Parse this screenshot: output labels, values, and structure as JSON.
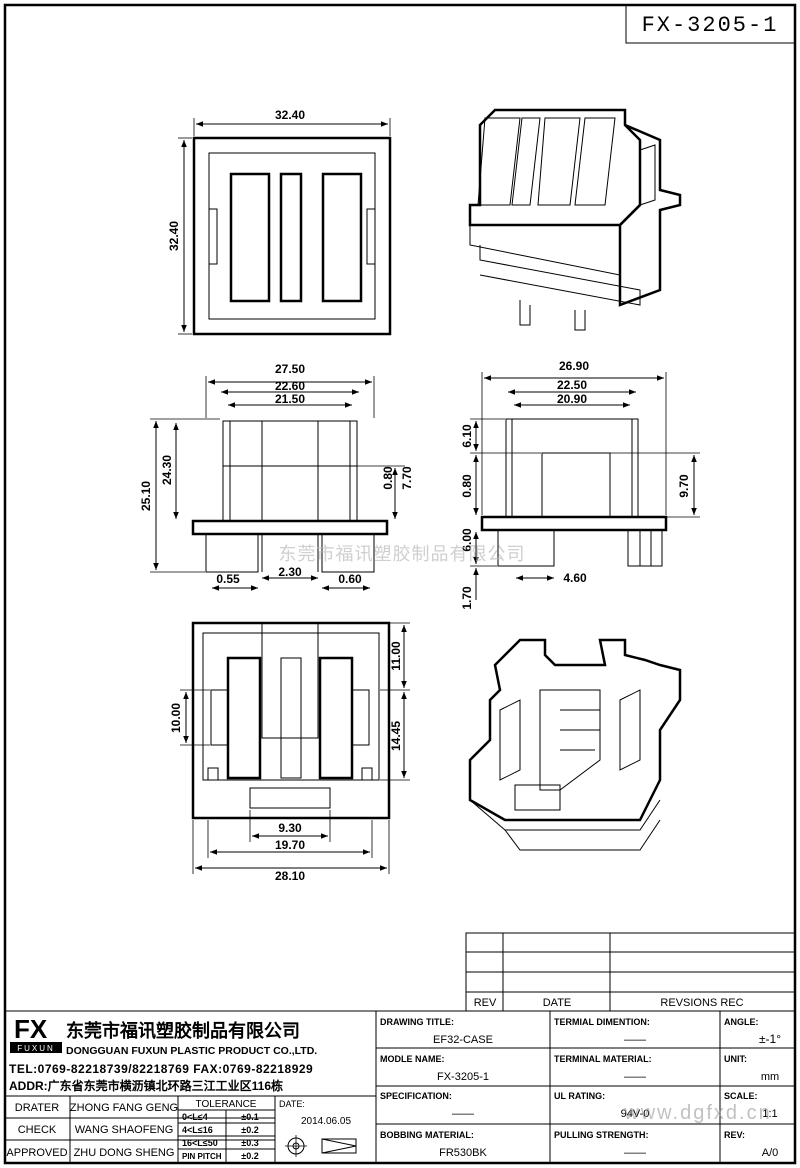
{
  "drawing_number": "FX-3205-1",
  "top_view": {
    "width": "32.40",
    "height": "32.40"
  },
  "front_view": {
    "d1": "27.50",
    "d2": "22.60",
    "d3": "21.50",
    "h1": "25.10",
    "h2": "24.30",
    "h3": "0.80",
    "h4": "7.70",
    "b1": "0.55",
    "b2": "2.30",
    "b3": "0.60"
  },
  "side_view": {
    "d1": "26.90",
    "d2": "22.50",
    "d3": "20.90",
    "h1": "6.10",
    "h2": "0.80",
    "h3": "9.70",
    "h4": "6.00",
    "h5": "1.70",
    "b1": "4.60"
  },
  "bottom_view": {
    "h1": "10.00",
    "h2": "11.00",
    "h3": "14.45",
    "b1": "9.30",
    "b2": "19.70",
    "b3": "28.10"
  },
  "watermark_text": "东莞市福讯塑胶制品有限公司",
  "revision_table": {
    "headers": [
      "REV",
      "DATE",
      "REVSIONS REC"
    ]
  },
  "company": {
    "logo_letters": "FX",
    "logo_sub": "FUXUN",
    "name_cn": "东莞市福讯塑胶制品有限公司",
    "name_en": "DONGGUAN FUXUN PLASTIC PRODUCT CO.,LTD.",
    "tel": "TEL:0769-82218739/82218769 FAX:0769-82218929",
    "addr": "ADDR:广东省东莞市横沥镇北环路三江工业区116栋"
  },
  "signoff": {
    "rows": [
      {
        "label": "DRATER",
        "name": "ZHONG FANG GENG"
      },
      {
        "label": "CHECK",
        "name": "WANG SHAOFENG"
      },
      {
        "label": "APPROVED",
        "name": "ZHU DONG SHENG"
      }
    ],
    "tolerance_title": "TOLERANCE",
    "tolerance": [
      {
        "range": "0<L≤4",
        "value": "±0.1"
      },
      {
        "range": "4<L≤16",
        "value": "±0.2"
      },
      {
        "range": "16<L≤50",
        "value": "±0.3"
      },
      {
        "range": "PIN PITCH",
        "value": "±0.2"
      }
    ],
    "date_label": "DATE:",
    "date": "2014.06.05"
  },
  "fields": {
    "drawing_title_label": "DRAWING TITLE:",
    "drawing_title": "EF32-CASE",
    "model_name_label": "MODLE NAME:",
    "model_name": "FX-3205-1",
    "specification_label": "SPECIFICATION:",
    "specification": "——",
    "bobbing_material_label": "BOBBING MATERIAL:",
    "bobbing_material": "FR530BK",
    "terminal_dimention_label": "TERMIAL DIMENTION:",
    "terminal_dimention": "——",
    "terminal_material_label": "TERMINAL MATERIAL:",
    "terminal_material": "——",
    "ul_rating_label": "UL RATING:",
    "ul_rating": "94V-0",
    "pulling_strength_label": "PULLING STRENGTH:",
    "pulling_strength": "——",
    "angle_label": "ANGLE:",
    "angle": "±-1°",
    "unit_label": "UNIT:",
    "unit": "mm",
    "scale_label": "SCALE:",
    "scale": "1:1",
    "rev_label": "REV:",
    "rev": "A/0"
  },
  "site_watermark": "www.dgfxd.cn"
}
